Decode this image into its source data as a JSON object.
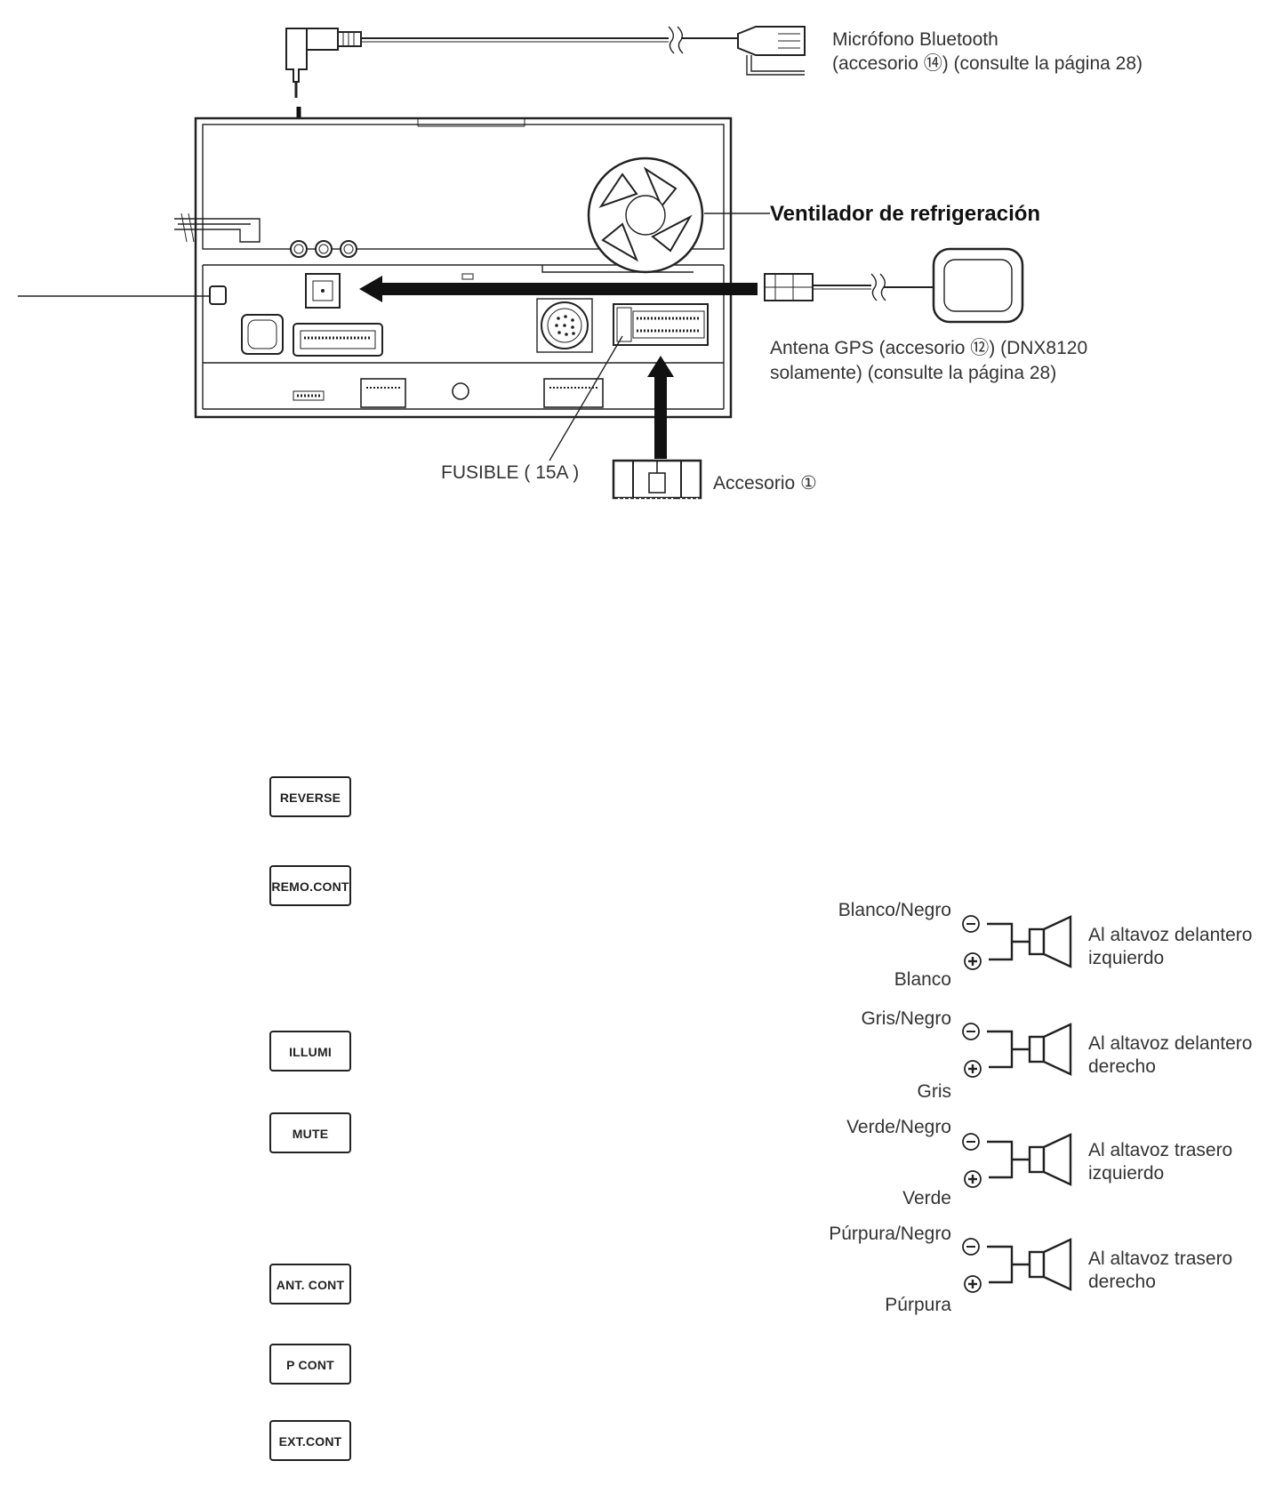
{
  "labels": {
    "mic_line1": "Micrófono Bluetooth",
    "mic_line2": "(accesorio ⑭) (consulte la página 28)",
    "fan": "Ventilador de refrigeración",
    "gps_line1": "Antena GPS (accesorio ⑫) (DNX8120",
    "gps_line2": "solamente) (consulte la página 28)",
    "fuse": "FUSIBLE ( 15A )",
    "accessory": "Accesorio ①"
  },
  "wire_tags": [
    {
      "label": "REVERSE"
    },
    {
      "label": "REMO.CONT"
    },
    {
      "label": "ILLUMI"
    },
    {
      "label": "MUTE"
    },
    {
      "label": "ANT. CONT"
    },
    {
      "label": "P CONT"
    },
    {
      "label": "EXT.CONT"
    }
  ],
  "speakers": [
    {
      "neg_color": "Blanco/Negro",
      "pos_color": "Blanco",
      "dest_line1": "Al altavoz delantero",
      "dest_line2": "izquierdo"
    },
    {
      "neg_color": "Gris/Negro",
      "pos_color": "Gris",
      "dest_line1": "Al altavoz delantero",
      "dest_line2": "derecho"
    },
    {
      "neg_color": "Verde/Negro",
      "pos_color": "Verde",
      "dest_line1": "Al altavoz trasero",
      "dest_line2": "izquierdo"
    },
    {
      "neg_color": "Púrpura/Negro",
      "pos_color": "Púrpura",
      "dest_line1": "Al altavoz trasero",
      "dest_line2": "derecho"
    }
  ]
}
